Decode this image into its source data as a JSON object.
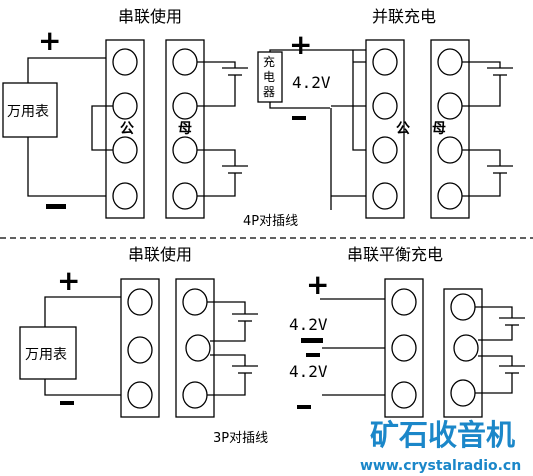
{
  "top_left": {
    "title": "串联使用",
    "meter": "万用表",
    "plus": "+",
    "minus": "-",
    "male": "公",
    "female": "母"
  },
  "top_right": {
    "title": "并联充电",
    "charger": [
      "充",
      "电",
      "器"
    ],
    "voltage": "4.2V",
    "plus": "+",
    "minus": "-",
    "male": "公",
    "female": "母"
  },
  "caption_4p": "4P对插线",
  "bottom_left": {
    "title": "串联使用",
    "meter": "万用表",
    "plus": "+",
    "minus": "-"
  },
  "bottom_right": {
    "title": "串联平衡充电",
    "plus": "+",
    "minus": "-",
    "voltage_1": "4.2V",
    "voltage_2": "4.2V"
  },
  "caption_3p": "3P对插线",
  "watermark": {
    "brand": "矿石收音机",
    "url": "www.crystalradio.cn"
  },
  "colors": {
    "line": "#000000",
    "watermark": "#1b87c9",
    "background": "#ffffff"
  }
}
